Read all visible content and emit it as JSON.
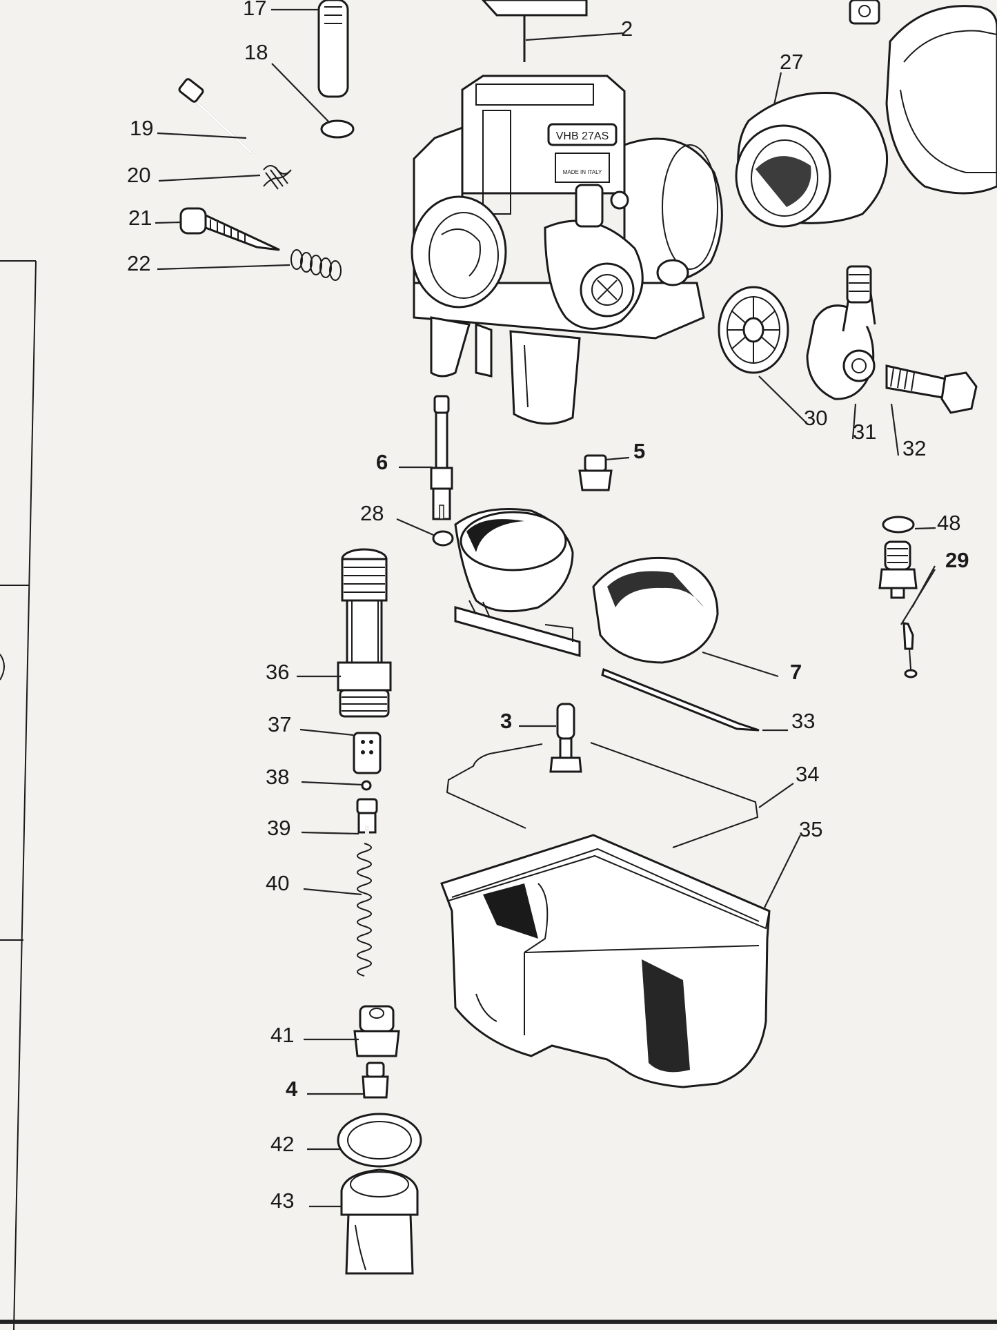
{
  "diagram": {
    "labels": {
      "l17": "17",
      "l2": "2",
      "l18": "18",
      "l27": "27",
      "l19": "19",
      "l20": "20",
      "l21": "21",
      "l22": "22",
      "l30": "30",
      "l31": "31",
      "l32": "32",
      "l6": "6",
      "l5": "5",
      "l28": "28",
      "l48": "48",
      "l29": "29",
      "l36": "36",
      "l7": "7",
      "l3": "3",
      "l33": "33",
      "l37": "37",
      "l38": "38",
      "l34": "34",
      "l39": "39",
      "l35": "35",
      "l40": "40",
      "l41": "41",
      "l4": "4",
      "l42": "42",
      "l43": "43"
    },
    "carb_plate_top": "VHB 27AS",
    "carb_plate_bottom": "MADE IN ITALY"
  }
}
